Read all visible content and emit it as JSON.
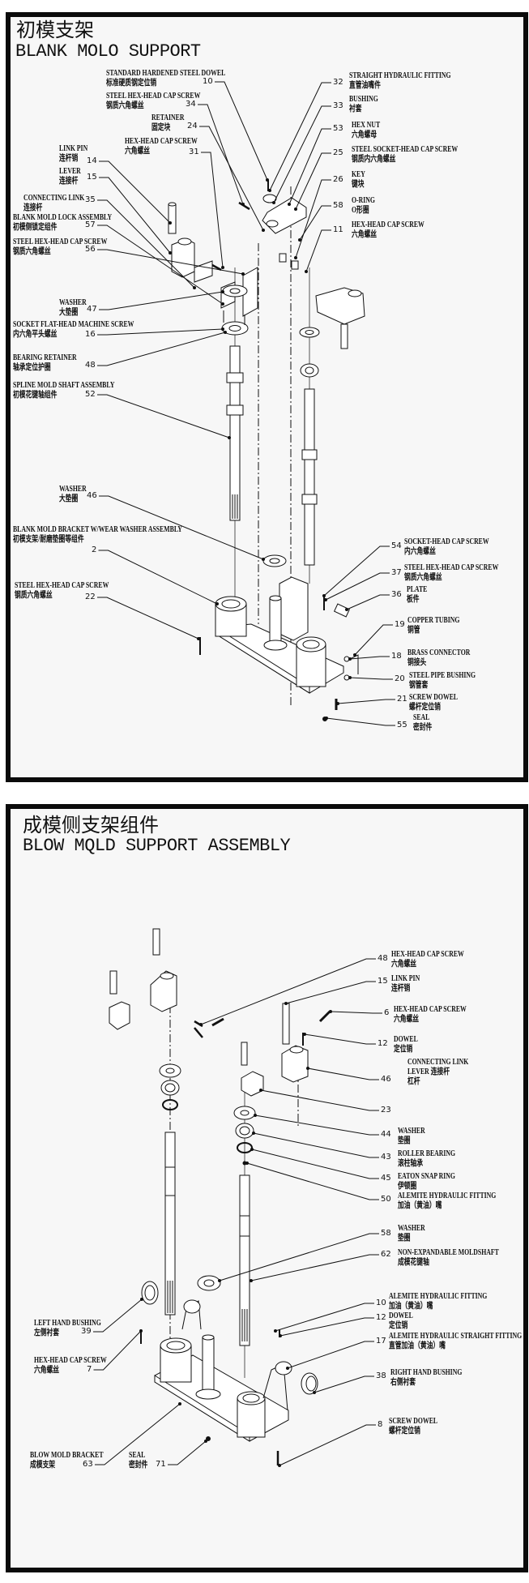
{
  "panels": [
    {
      "title_cn": "初模支架",
      "title_en": "BLANK MOLO SUPPORT",
      "callouts": [
        {
          "num": "10",
          "lines": [
            "STANDARD HARDENED STEEL DOWEL",
            "标准硬质钢定位销"
          ]
        },
        {
          "num": "34",
          "lines": [
            "STEEL HEX-HEAD CAP SCREW",
            "钢质六角螺丝"
          ]
        },
        {
          "num": "24",
          "lines": [
            "RETAINER",
            "固定块"
          ]
        },
        {
          "num": "31",
          "lines": [
            "HEX-HEAD CAP SCREW",
            "六角螺丝"
          ]
        },
        {
          "num": "14",
          "lines": [
            "LINK PIN",
            "连杆销"
          ]
        },
        {
          "num": "15",
          "lines": [
            "LEVER",
            "连接杆"
          ]
        },
        {
          "num": "35",
          "lines": [
            "CONNECTING LINK",
            "连接杆"
          ]
        },
        {
          "num": "57",
          "lines": [
            "BLANK MOLD LOCK ASSEMBLY",
            "初模侧锁定组件"
          ]
        },
        {
          "num": "56",
          "lines": [
            "STEEL HEX-HEAD CAP SCREW",
            "钢质六角螺丝"
          ]
        },
        {
          "num": "47",
          "lines": [
            "WASHER",
            "大垫圈"
          ]
        },
        {
          "num": "16",
          "lines": [
            "SOCKET FLAT-HEAD MACHINE SCREW",
            "内六角平头螺丝"
          ]
        },
        {
          "num": "48",
          "lines": [
            "BEARING RETAINER",
            "轴承定位护圈"
          ]
        },
        {
          "num": "52",
          "lines": [
            "SPLINE MOLD SHAFT ASSEMBLY",
            "初模花键轴组件"
          ]
        },
        {
          "num": "46",
          "lines": [
            "WASHER",
            "大垫圈"
          ]
        },
        {
          "num": "2",
          "lines": [
            "BLANK MOLD BRACKET W/WEAR WASHER ASSEMBLY",
            "初模支架/耐磨垫圈等组件"
          ]
        },
        {
          "num": "22",
          "lines": [
            "STEEL HEX-HEAD CAP SCREW",
            "钢质六角螺丝"
          ]
        },
        {
          "num": "32",
          "lines": [
            "STRAIGHT HYDRAULIC FITTING",
            "直管油嘴件"
          ]
        },
        {
          "num": "33",
          "lines": [
            "BUSHING",
            "衬套"
          ]
        },
        {
          "num": "53",
          "lines": [
            "HEX NUT",
            "六角螺母"
          ]
        },
        {
          "num": "25",
          "lines": [
            "STEEL SOCKET-HEAD CAP SCREW",
            "钢质内六角螺丝"
          ]
        },
        {
          "num": "26",
          "lines": [
            "KEY",
            "键块"
          ]
        },
        {
          "num": "58",
          "lines": [
            "O-RING",
            "O形圈"
          ]
        },
        {
          "num": "11",
          "lines": [
            "HEX-HEAD CAP SCREW",
            "六角螺丝"
          ]
        },
        {
          "num": "54",
          "lines": [
            "SOCKET-HEAD CAP SCREW",
            "内六角螺丝"
          ]
        },
        {
          "num": "37",
          "lines": [
            "STEEL HEX-HEAD CAP SCREW",
            "钢质六角螺丝"
          ]
        },
        {
          "num": "36",
          "lines": [
            "PLATE",
            "板件"
          ]
        },
        {
          "num": "19",
          "lines": [
            "COPPER TUBING",
            "铜管"
          ]
        },
        {
          "num": "18",
          "lines": [
            "BRASS CONNECTOR",
            "铜接头"
          ]
        },
        {
          "num": "20",
          "lines": [
            "STEEL PIPE BUSHING",
            "钢管套"
          ]
        },
        {
          "num": "21",
          "lines": [
            "SCREW DOWEL",
            "螺杆定位销"
          ]
        },
        {
          "num": "55",
          "lines": [
            "SEAL",
            "密封件"
          ]
        }
      ]
    },
    {
      "title_cn": "成模侧支架组件",
      "title_en": "BLOW MQLD SUPPORT ASSEMBLY",
      "callouts": [
        {
          "num": "48",
          "lines": [
            "HEX-HEAD CAP SCREW",
            "六角螺丝"
          ]
        },
        {
          "num": "15",
          "lines": [
            "LINK PIN",
            "连杆销"
          ]
        },
        {
          "num": "6",
          "lines": [
            "HEX-HEAD CAP SCREW",
            "六角螺丝"
          ]
        },
        {
          "num": "12",
          "lines": [
            "DOWEL",
            "定位销"
          ]
        },
        {
          "num": "46",
          "lines": [
            "CONNECTING LINK",
            "LEVER 连接杆",
            "杠杆"
          ]
        },
        {
          "num": "23",
          "lines": []
        },
        {
          "num": "44",
          "lines": [
            "WASHER",
            "垫圈"
          ]
        },
        {
          "num": "43",
          "lines": [
            "ROLLER BEARING",
            "滚柱轴承"
          ]
        },
        {
          "num": "45",
          "lines": [
            "EATON SNAP RING",
            "伊顿圈"
          ]
        },
        {
          "num": "50",
          "lines": [
            "ALEMITE HYDRAULIC FITTING",
            "加油（黄油）嘴"
          ]
        },
        {
          "num": "58",
          "lines": [
            "WASHER",
            "垫圈"
          ]
        },
        {
          "num": "62",
          "lines": [
            "NON-EXPANDABLE MOLDSHAFT",
            "成模花键轴"
          ]
        },
        {
          "num": "10",
          "lines": [
            "ALEMITE HYDRAULIC FITTING",
            "加油（黄油）嘴"
          ]
        },
        {
          "num": "12",
          "lines": [
            "DOWEL",
            "定位销"
          ]
        },
        {
          "num": "17",
          "lines": [
            "ALEMITE HYDRAULIC STRAIGHT FITTING",
            "直管加油（黄油）嘴"
          ]
        },
        {
          "num": "38",
          "lines": [
            "RIGHT HAND BUSHING",
            "右侧衬套"
          ]
        },
        {
          "num": "8",
          "lines": [
            "SCREW DOWEL",
            "螺杆定位销"
          ]
        },
        {
          "num": "39",
          "lines": [
            "LEFT HAND BUSHING",
            "左侧衬套"
          ]
        },
        {
          "num": "7",
          "lines": [
            "HEX-HEAD CAP SCREW",
            "六角螺丝"
          ]
        },
        {
          "num": "63",
          "lines": [
            "BLOW MOLD BRACKET",
            "成模支架"
          ]
        },
        {
          "num": "71",
          "lines": [
            "SEAL",
            "密封件"
          ]
        }
      ]
    }
  ]
}
